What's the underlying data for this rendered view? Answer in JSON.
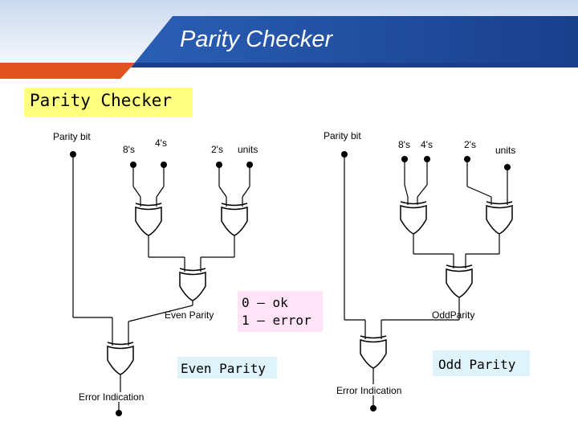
{
  "header": {
    "title": "Parity Checker",
    "colors": {
      "blue": "#1f4fa8",
      "orange": "#e0521e",
      "light": "#dfe9f6"
    }
  },
  "box_title": "Parity Checker",
  "left_circuit": {
    "parity_bit": "Parity bit",
    "eights": "8's",
    "fours": "4's",
    "twos": "2's",
    "units": "units",
    "even_parity_label": "Even Parity",
    "error_indication": "Error Indication"
  },
  "right_circuit": {
    "parity_bit": "Parity bit",
    "eights": "8's",
    "fours": "4's",
    "twos": "2's",
    "units": "units",
    "odd_parity_label": "OddParity",
    "error_indication": "Error Indication"
  },
  "callouts": {
    "ok": "0 – ok",
    "error": "1 – error",
    "even_parity": "Even Parity",
    "odd_parity": "Odd Parity"
  },
  "icons": [
    "xor-gate-icon",
    "input-terminal-dot"
  ]
}
